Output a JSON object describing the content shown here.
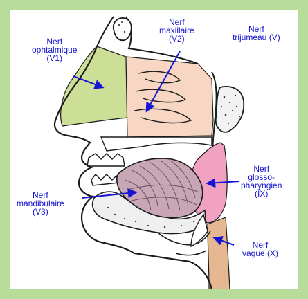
{
  "colors": {
    "frame": "#b7dc9a",
    "label": "#1414d2",
    "ophthalmic": "#cdde96",
    "maxillary": "#f7d6c3",
    "glossopharyngeal": "#f2a2c1",
    "vagus": "#e6b891",
    "mandibular": "#c8a6b6",
    "outline": "#1b1b1b"
  },
  "labels": {
    "trijumeau": "Nerf\ntrijumeau (V)",
    "ophtalmique": "Nerf\nophtalmique\n(V1)",
    "maxillaire": "Nerf\nmaxillaire\n(V2)",
    "glosso": "Nerf\nglosso-\npharyngien\n(IX)",
    "mandibulaire": "Nerf\nmandibulaire\n(V3)",
    "vague": "Nerf\nvague (X)"
  }
}
